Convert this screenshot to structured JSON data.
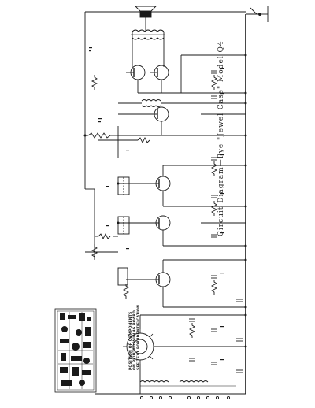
{
  "diagram": {
    "caption": "Circuit Diagram—Pye \"Jewel Case\" Model Q4",
    "layout_note_lines": [
      "POSITION OF COMPONENTS",
      "ON PRINTED WIRING BOARD",
      "SEE TEXT FOR IDENTIFICATION"
    ],
    "transistor_stages": [
      {
        "id": "converter"
      },
      {
        "id": "if-amp-1"
      },
      {
        "id": "if-amp-2"
      },
      {
        "id": "driver"
      },
      {
        "id": "output-push-pull-1"
      },
      {
        "id": "output-push-pull-2"
      }
    ],
    "ink_color": "#1a1a1a"
  }
}
